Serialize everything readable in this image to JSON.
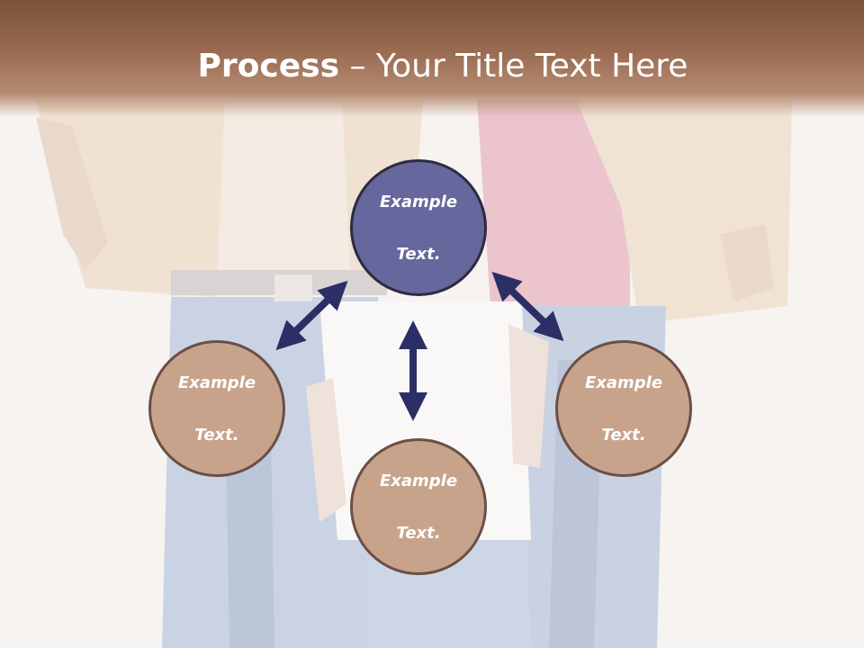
{
  "slide": {
    "title_bold": "Process",
    "title_separator": " – ",
    "title_rest": "Your Title Text Here"
  },
  "circles": {
    "top": {
      "line1": "Example",
      "line2": "Text."
    },
    "left": {
      "line1": "Example",
      "line2": "Text."
    },
    "right": {
      "line1": "Example",
      "line2": "Text."
    },
    "bottom": {
      "line1": "Example",
      "line2": "Text."
    }
  },
  "colors": {
    "banner": "#8b5e44",
    "main_circle": "#66679d",
    "sub_circle": "#c8a38c",
    "arrow": "#2c2f66"
  },
  "icons": {
    "arrow_left": "double-headed-diagonal-arrow",
    "arrow_center": "double-headed-vertical-arrow",
    "arrow_right": "double-headed-diagonal-arrow"
  }
}
